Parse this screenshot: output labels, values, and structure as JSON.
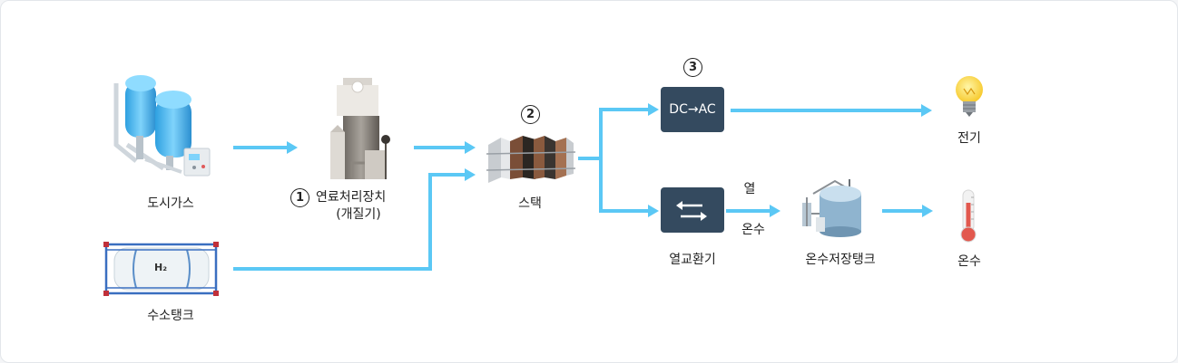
{
  "nodes": {
    "city_gas": "도시가스",
    "fuel_processor": "연료처리장치",
    "fuel_processor_sub": "(개질기)",
    "hydrogen_tank": "수소탱크",
    "hydrogen_tank_mark": "H₂",
    "stack": "스택",
    "inverter": "DC→AC",
    "heat_exchanger": "열교환기",
    "hot_water_tank": "온수저장탱크",
    "electricity": "전기",
    "hot_water": "온수"
  },
  "steps": {
    "fuel_processor": "1",
    "stack": "2",
    "inverter": "3"
  },
  "edge_labels": {
    "heat": "열",
    "hot_water": "온수"
  },
  "colors": {
    "arrow": "#5bc8f5",
    "box": "#344a5f",
    "text": "#222222"
  },
  "icons": {
    "city_gas": "gas-tanks-icon",
    "fuel_processor": "reformer-icon",
    "hydrogen_tank": "hydrogen-tank-icon",
    "stack": "fuel-cell-stack-icon",
    "heat_exchanger": "exchange-arrows-icon",
    "hot_water_tank": "storage-tank-icon",
    "electricity": "light-bulb-icon",
    "hot_water": "thermometer-icon"
  }
}
